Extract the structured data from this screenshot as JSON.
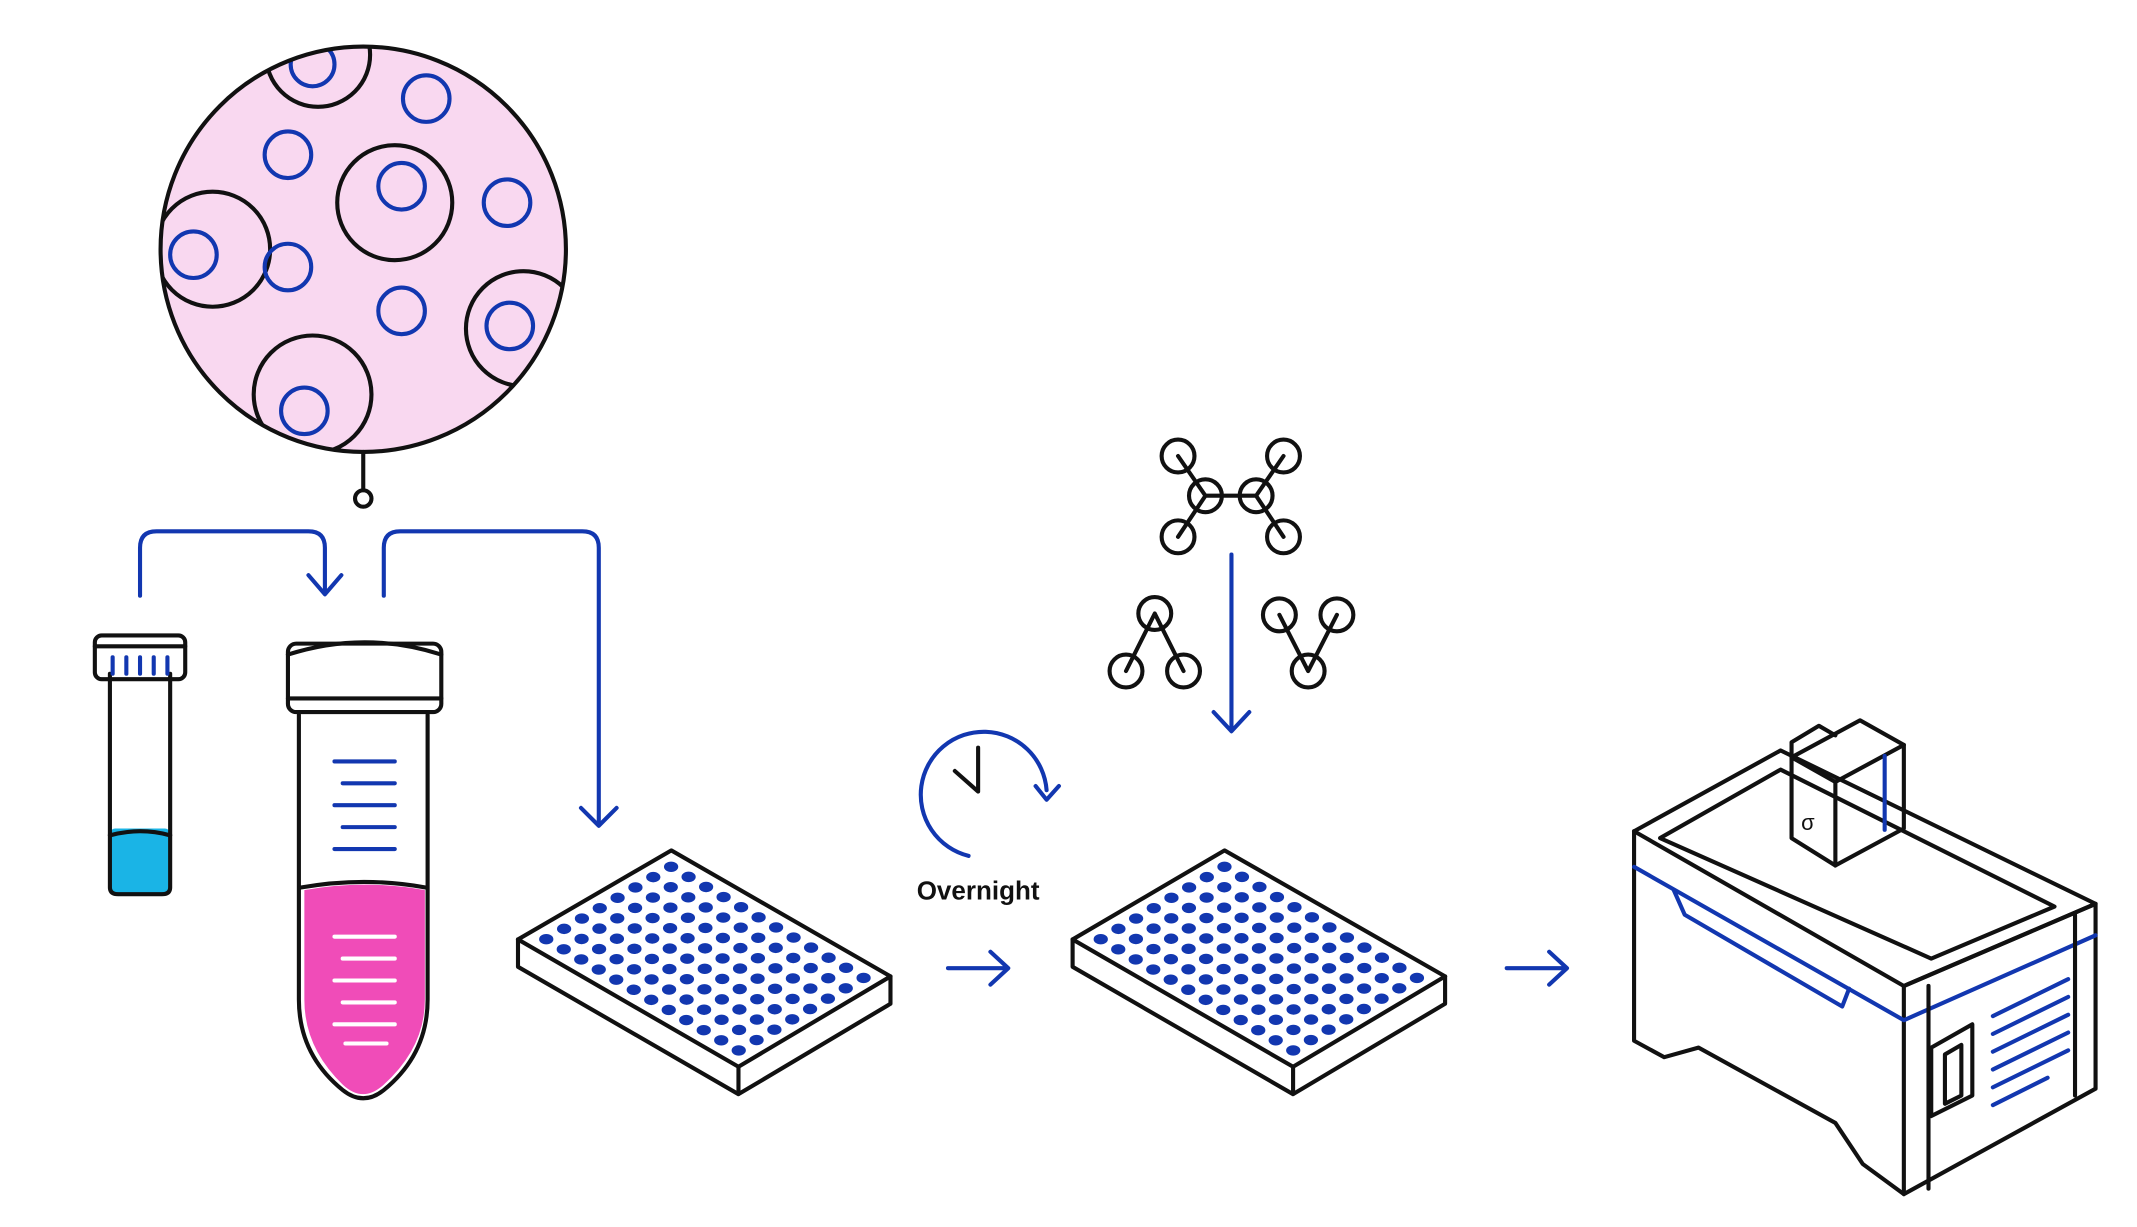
{
  "labels": {
    "overnight": "Overnight"
  },
  "colors": {
    "blue": "#1237b0",
    "pink_bg": "#f9d8f0",
    "magenta": "#f04cb8",
    "cyan": "#1ab4e6",
    "ink": "#111111"
  },
  "plates": [
    {
      "rows": 8,
      "cols": 12
    },
    {
      "rows": 8,
      "cols": 12
    }
  ]
}
